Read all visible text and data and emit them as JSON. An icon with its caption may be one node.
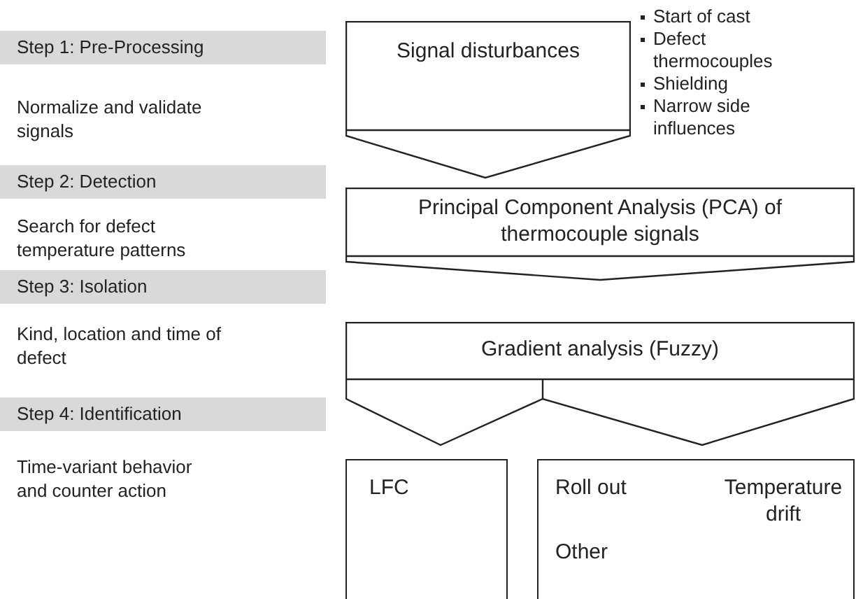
{
  "diagram": {
    "nodes": [
      {
        "text": [
          "Step 1: Pre-Processing"
        ],
        "beside": [
          "Normalize and validate signals"
        ]
      },
      {
        "text": [
          "Step 2: Detection"
        ],
        "beside": [
          "Search for defect temperature patterns"
        ]
      },
      {
        "text": [
          "Step 3: Isolation"
        ],
        "beside": [
          "Kind, location and time of defect"
        ]
      },
      {
        "text": [
          "Step 4: Identification"
        ],
        "beside": [
          "Time-variant behavior and counter action"
        ]
      },
      {
        "text": [
          "Signal disturbances"
        ],
        "beside": [
          "Start of cast",
          "Defect thermocouples",
          "Shielding",
          "Narrow side influences"
        ]
      },
      {
        "text": [
          "Principal Component Analysis (PCA) of thermocouple signals"
        ]
      },
      {
        "text": [
          "Gradient analysis (Fuzzy)"
        ]
      },
      {
        "text": [
          "LFC"
        ]
      },
      {
        "text": [
          "Roll out",
          "Temperature drift",
          "Other"
        ]
      }
    ]
  }
}
